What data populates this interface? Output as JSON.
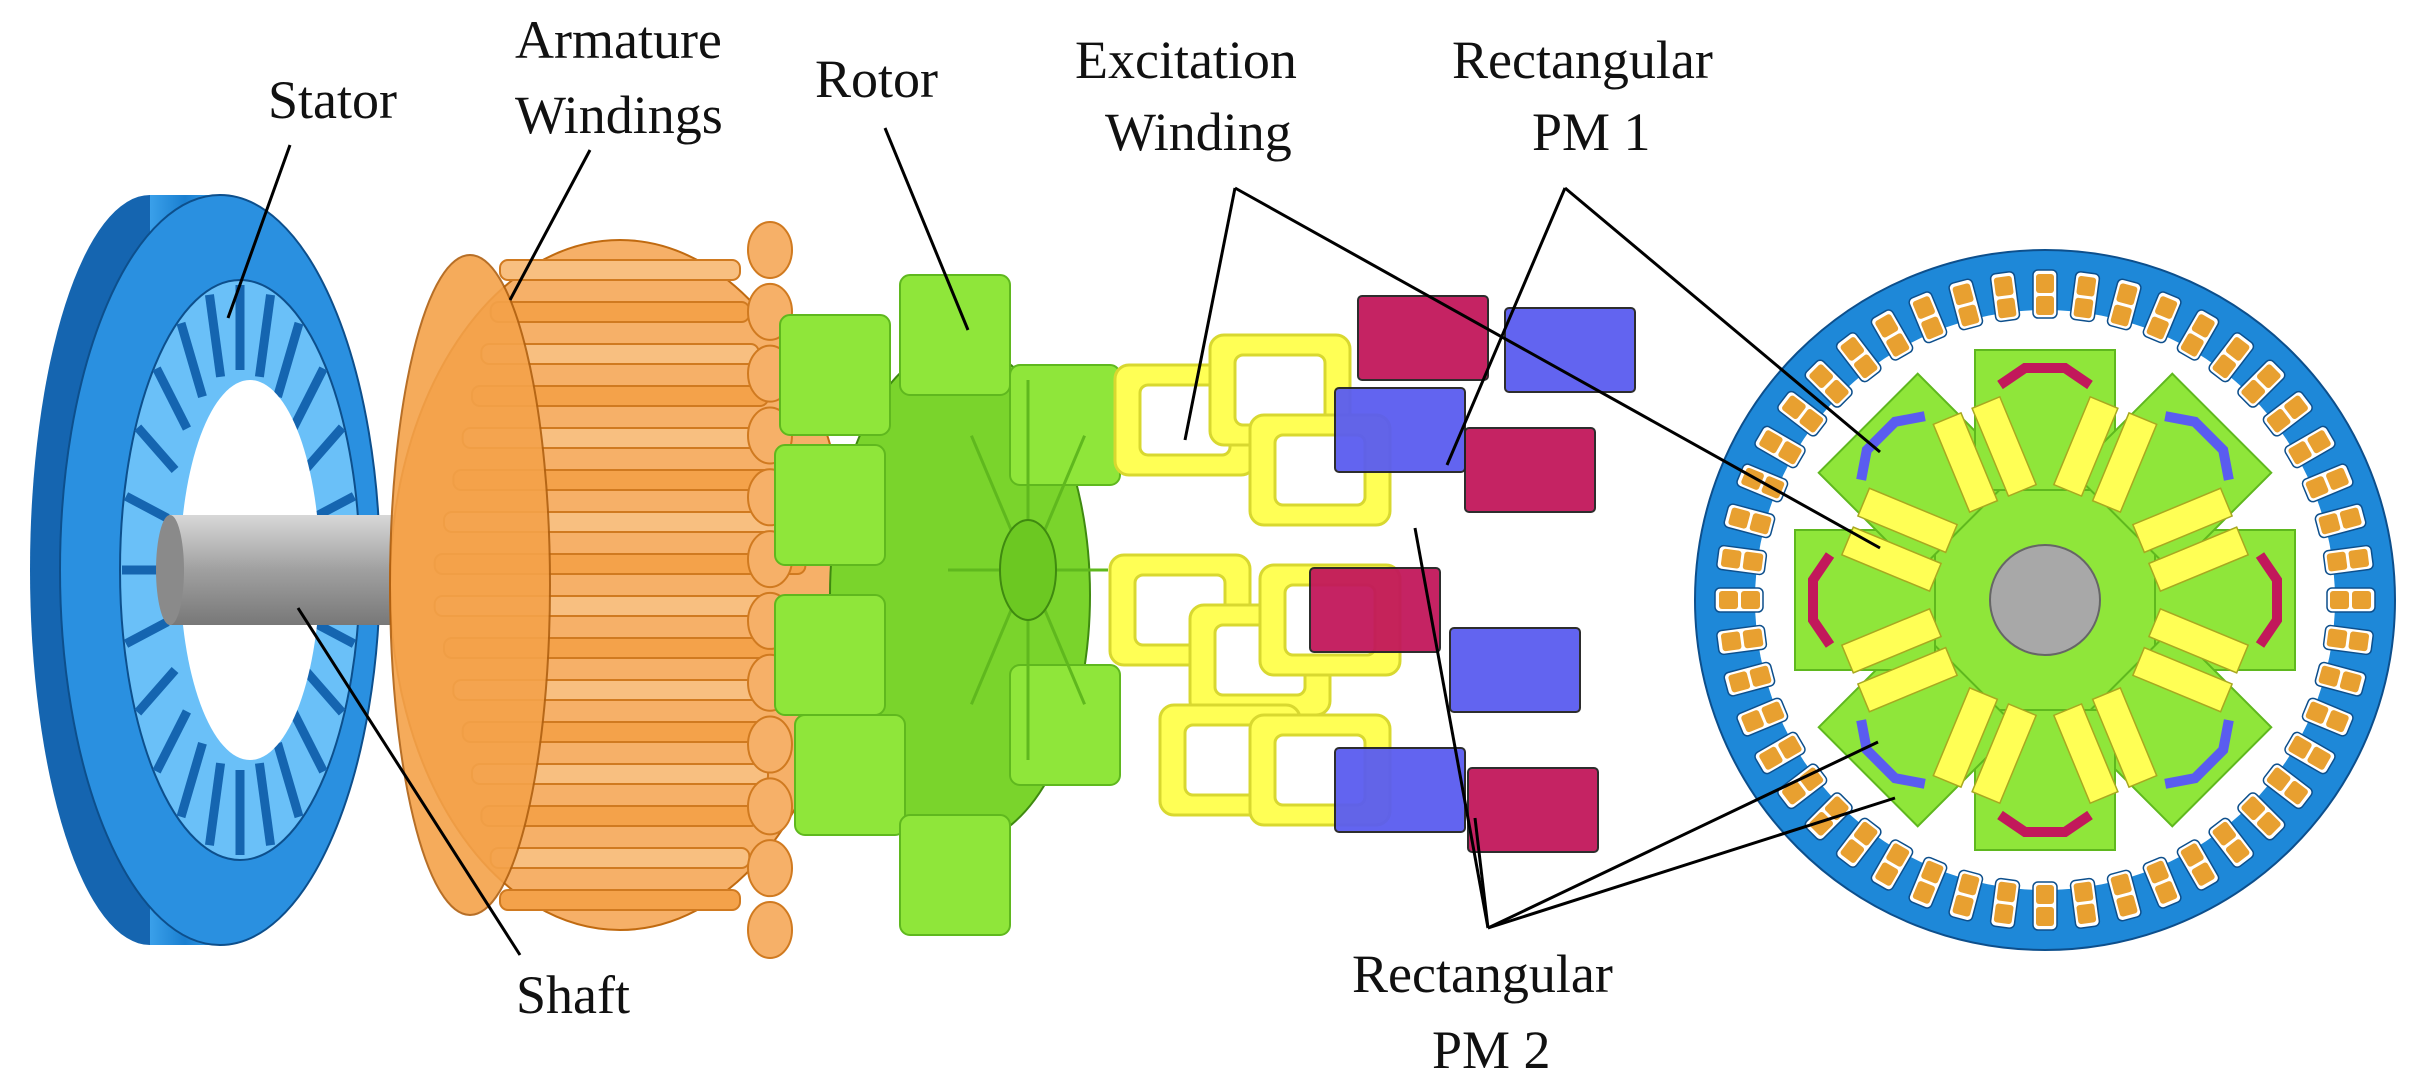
{
  "labels": {
    "stator": "Stator",
    "armature_line1": "Armature",
    "armature_line2": "Windings",
    "rotor": "Rotor",
    "excitation_line1": "Excitation",
    "excitation_line2": "Winding",
    "pm1_line1": "Rectangular",
    "pm1_line2": "PM 1",
    "shaft": "Shaft",
    "pm2_line1": "Rectangular",
    "pm2_line2": "PM 2"
  },
  "colors": {
    "stator": "#1e88d8",
    "stator_dark": "#1565b0",
    "armature": "#f4a24a",
    "armature_dark": "#d07a20",
    "rotor": "#8fe63a",
    "rotor_dark": "#5fb81e",
    "excitation": "#ffff55",
    "excitation_dark": "#d8d830",
    "pm1": "#5a5cf0",
    "pm2": "#c2185b",
    "shaft": "#a8a8a8",
    "slot_coil": "#e8a030"
  }
}
